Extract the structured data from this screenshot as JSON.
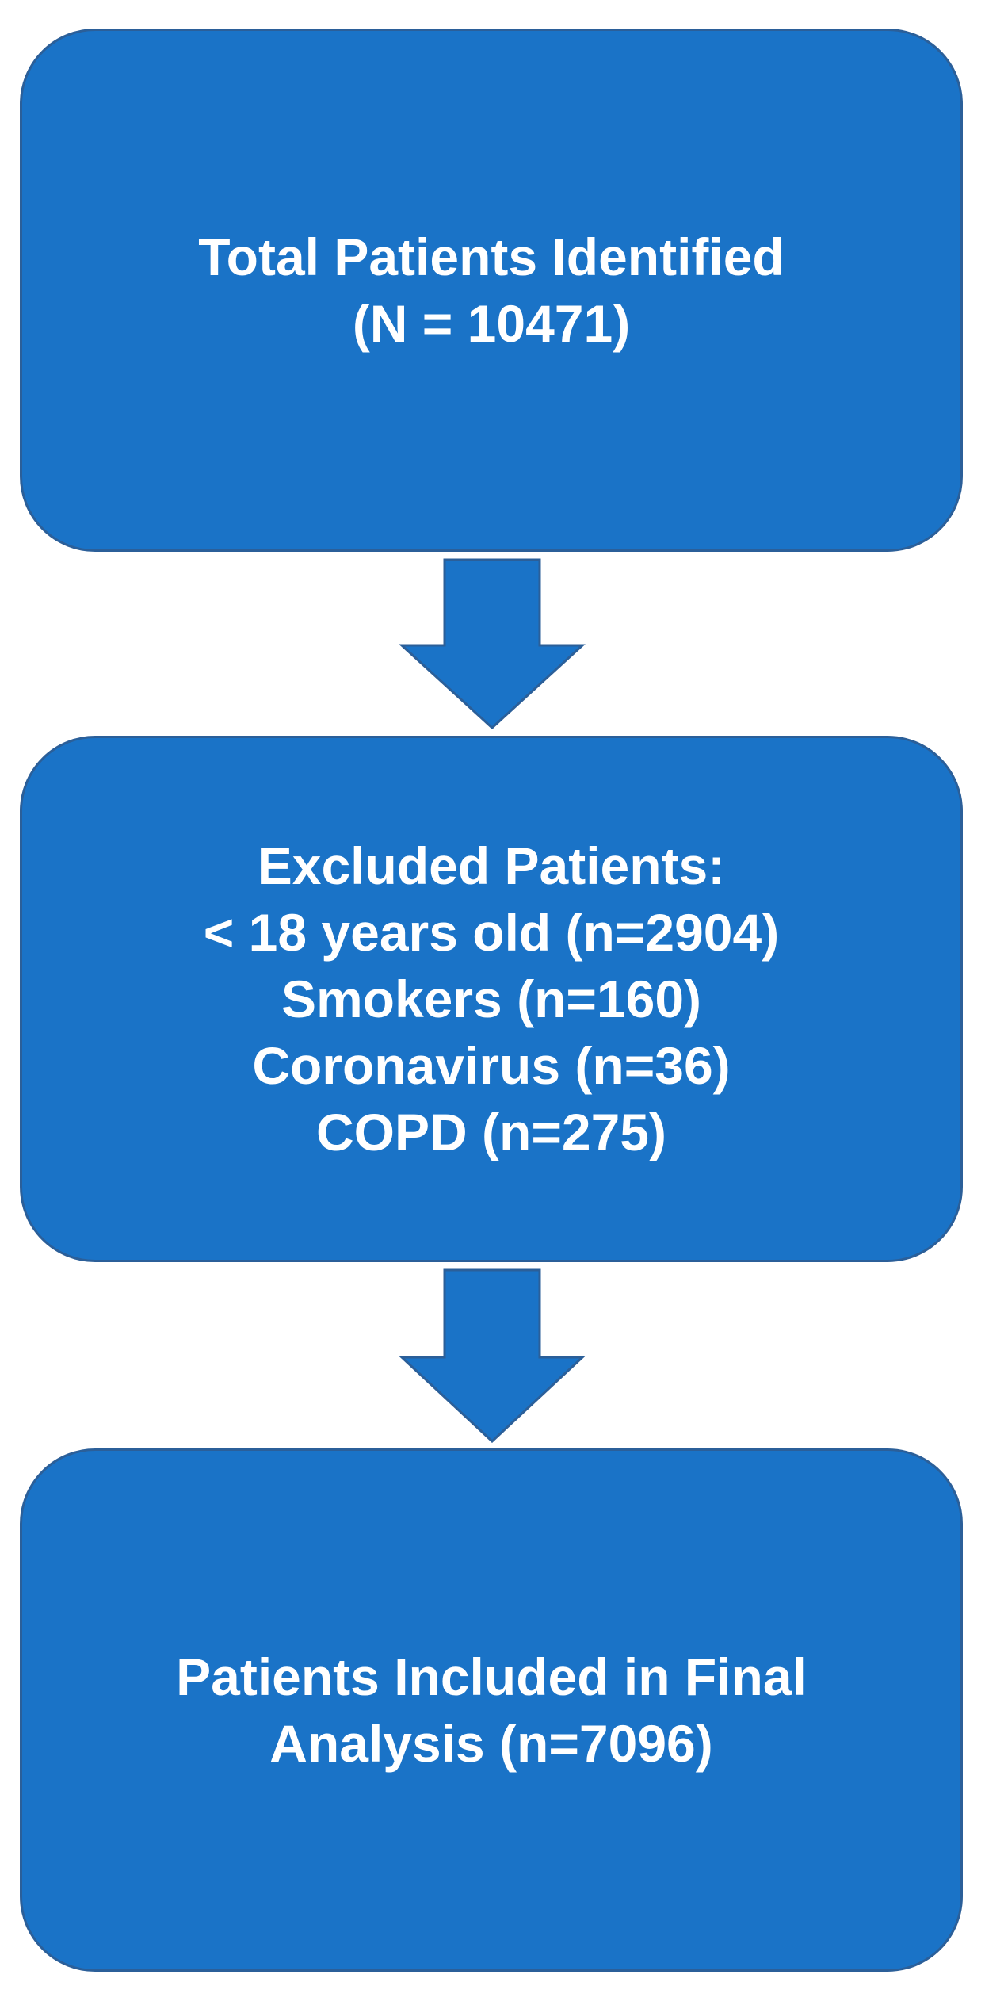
{
  "boxes": {
    "total": {
      "line1": "Total Patients Identified",
      "line2": "(N = 10471)"
    },
    "excluded": {
      "heading": "Excluded Patients:",
      "items": [
        "< 18 years old (n=2904)",
        "Smokers (n=160)",
        "Coronavirus (n=36)",
        "COPD (n=275)"
      ]
    },
    "included": {
      "line1": "Patients Included in Final",
      "line2": "Analysis (n=7096)"
    }
  },
  "colors": {
    "box_fill": "#1a73c7",
    "box_border": "#2b5f99",
    "text": "#ffffff"
  }
}
